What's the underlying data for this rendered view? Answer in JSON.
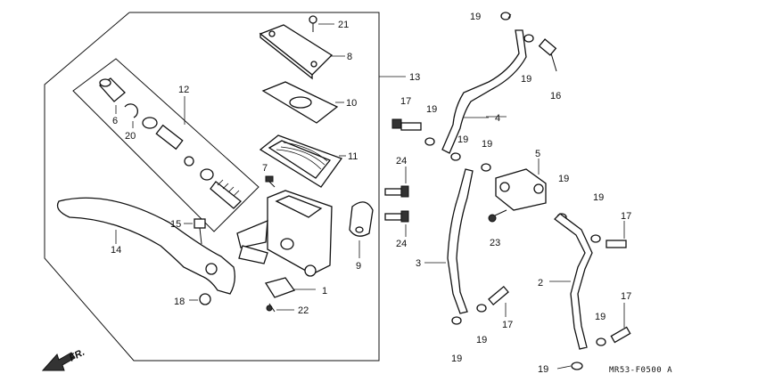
{
  "diagram": {
    "code_label": "MR53-F0500 A",
    "direction_label": "FR.",
    "callouts": {
      "c1": "1",
      "c2": "2",
      "c3": "3",
      "c4": "4",
      "c5": "5",
      "c6": "6",
      "c7": "7",
      "c8": "8",
      "c9": "9",
      "c10": "10",
      "c11": "11",
      "c12": "12",
      "c13": "13",
      "c14": "14",
      "c15": "15",
      "c16": "16",
      "c17a": "17",
      "c17b": "17",
      "c17c": "17",
      "c17d": "17",
      "c18": "18",
      "c19a": "19",
      "c19b": "19",
      "c19c": "19",
      "c19d": "19",
      "c19e": "19",
      "c19f": "19",
      "c19g": "19",
      "c19h": "19",
      "c19i": "19",
      "c19j": "19",
      "c19k": "19",
      "c20": "20",
      "c21": "21",
      "c22": "22",
      "c23": "23",
      "c24a": "24",
      "c24b": "24"
    }
  }
}
